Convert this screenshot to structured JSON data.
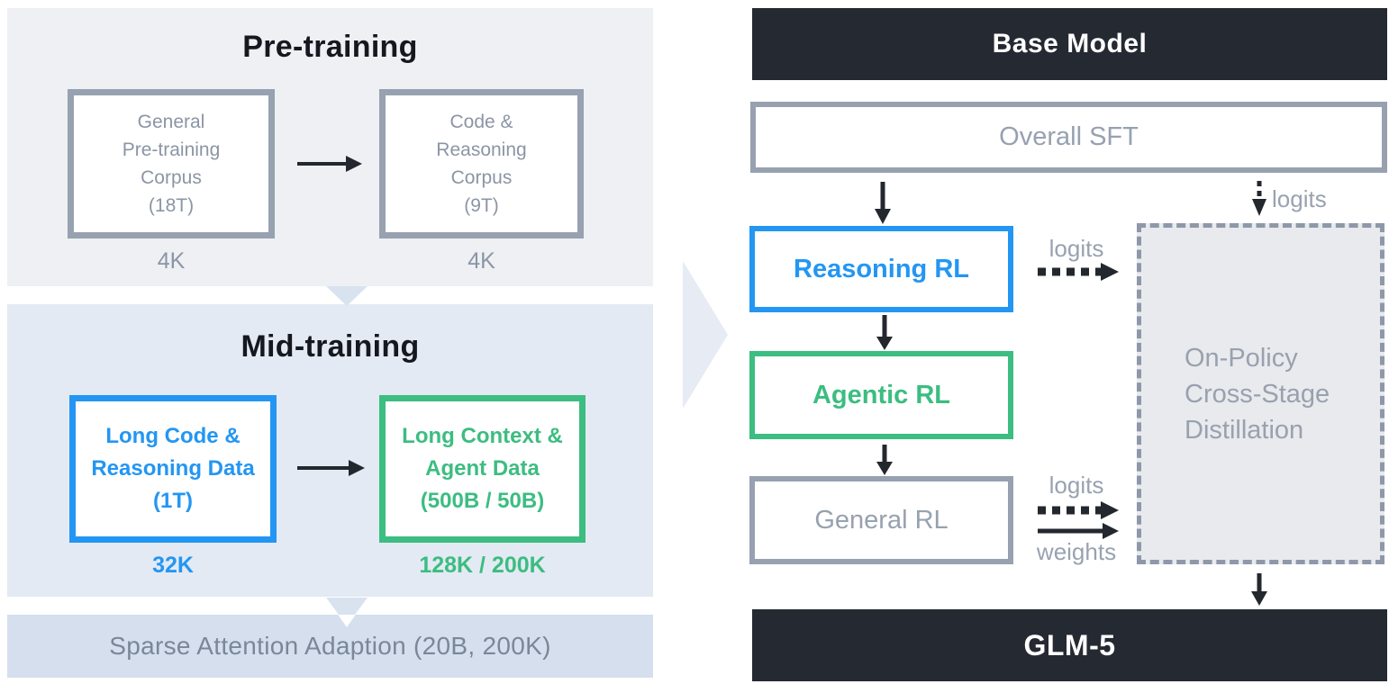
{
  "diagram": {
    "left": {
      "pretraining": {
        "title": "Pre-training",
        "general_corpus": {
          "line1": "General",
          "line2": "Pre-training",
          "line3": "Corpus",
          "line4": "(18T)",
          "context_label": "4K"
        },
        "code_corpus": {
          "line1": "Code &",
          "line2": "Reasoning",
          "line3": "Corpus",
          "line4": "(9T)",
          "context_label": "4K"
        }
      },
      "midtraining": {
        "title": "Mid-training",
        "long_code": {
          "line1": "Long Code &",
          "line2": "Reasoning Data",
          "line3": "(1T)",
          "context_label": "32K"
        },
        "long_context": {
          "line1": "Long Context &",
          "line2": "Agent Data",
          "line3": "(500B / 50B)",
          "context_label": "128K / 200K"
        }
      },
      "sparse_attention": "Sparse Attention Adaption (20B, 200K)"
    },
    "right": {
      "base_model": "Base Model",
      "overall_sft": "Overall SFT",
      "reasoning_rl": "Reasoning RL",
      "agentic_rl": "Agentic RL",
      "general_rl": "General RL",
      "distillation": {
        "line1": "On-Policy",
        "line2": "Cross-Stage",
        "line3": "Distillation"
      },
      "glm5": "GLM-5",
      "labels": {
        "logits_top": "logits",
        "logits_reasoning": "logits",
        "logits_general": "logits",
        "weights": "weights"
      }
    },
    "colors": {
      "accent_blue": "#2396f3",
      "accent_green": "#3cbd81",
      "gray_border": "#97a1b0",
      "dark_bar": "#252932",
      "arrow_dark": "#23272e",
      "section1_bg": "#eef0f4",
      "section2_bg": "#e4eaf3",
      "sparse_bar_bg": "#d5dfed",
      "distill_bg": "#e8eaee"
    }
  }
}
